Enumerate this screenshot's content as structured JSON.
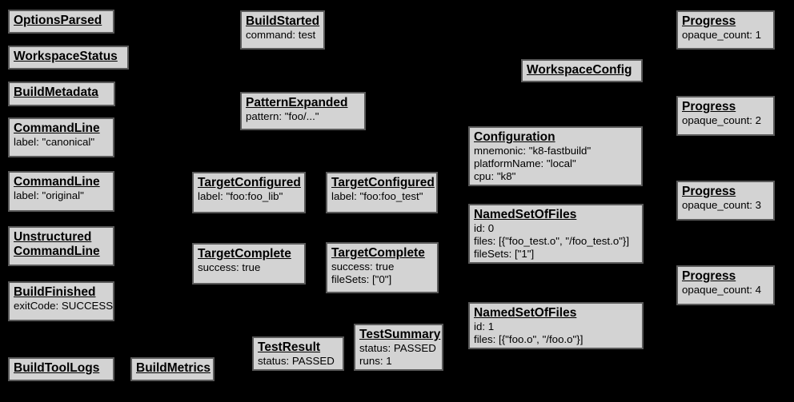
{
  "canvas": {
    "background_color": "#000000",
    "node_fill_color": "#d3d3d3",
    "node_border_color": "#5a5a5a",
    "node_text_color": "#000000"
  },
  "nodes": [
    {
      "id": "options-parsed",
      "title": "OptionsParsed",
      "lines": []
    },
    {
      "id": "workspace-status",
      "title": "WorkspaceStatus",
      "lines": []
    },
    {
      "id": "build-metadata",
      "title": "BuildMetadata",
      "lines": []
    },
    {
      "id": "command-line-canonical",
      "title": "CommandLine",
      "lines": [
        "label: \"canonical\""
      ]
    },
    {
      "id": "command-line-original",
      "title": "CommandLine",
      "lines": [
        "label: \"original\""
      ]
    },
    {
      "id": "unstructured-command-line",
      "title": "Unstructured\nCommandLine",
      "lines": []
    },
    {
      "id": "build-finished",
      "title": "BuildFinished",
      "lines": [
        "exitCode: SUCCESS"
      ]
    },
    {
      "id": "build-tool-logs",
      "title": "BuildToolLogs",
      "lines": []
    },
    {
      "id": "build-metrics",
      "title": "BuildMetrics",
      "lines": []
    },
    {
      "id": "build-started",
      "title": "BuildStarted",
      "lines": [
        "command: test"
      ]
    },
    {
      "id": "pattern-expanded",
      "title": "PatternExpanded",
      "lines": [
        "pattern: \"foo/...\""
      ]
    },
    {
      "id": "target-configured-foo-lib",
      "title": "TargetConfigured",
      "lines": [
        "label: \"foo:foo_lib\""
      ]
    },
    {
      "id": "target-complete-foo-lib",
      "title": "TargetComplete",
      "lines": [
        "success: true"
      ]
    },
    {
      "id": "test-result",
      "title": "TestResult",
      "lines": [
        "status: PASSED"
      ]
    },
    {
      "id": "target-configured-foo-test",
      "title": "TargetConfigured",
      "lines": [
        "label: \"foo:foo_test\""
      ]
    },
    {
      "id": "target-complete-foo-test",
      "title": "TargetComplete",
      "lines": [
        "success: true",
        "fileSets: [\"0\"]"
      ]
    },
    {
      "id": "test-summary",
      "title": "TestSummary",
      "lines": [
        "status: PASSED",
        "runs: 1"
      ]
    },
    {
      "id": "workspace-config",
      "title": "WorkspaceConfig",
      "lines": []
    },
    {
      "id": "configuration",
      "title": "Configuration",
      "lines": [
        "mnemonic: \"k8-fastbuild\"",
        "platformName: \"local\"",
        "cpu: \"k8\""
      ]
    },
    {
      "id": "named-set-of-files-0",
      "title": "NamedSetOfFiles",
      "lines": [
        "id: 0",
        "files: [{\"foo_test.o\", \"/foo_test.o\"}]",
        "fileSets: [\"1\"]"
      ]
    },
    {
      "id": "named-set-of-files-1",
      "title": "NamedSetOfFiles",
      "lines": [
        "id: 1",
        "files: [{\"foo.o\", \"/foo.o\"}]"
      ]
    },
    {
      "id": "progress-1",
      "title": "Progress",
      "lines": [
        "opaque_count: 1"
      ]
    },
    {
      "id": "progress-2",
      "title": "Progress",
      "lines": [
        "opaque_count: 2"
      ]
    },
    {
      "id": "progress-3",
      "title": "Progress",
      "lines": [
        "opaque_count: 3"
      ]
    },
    {
      "id": "progress-4",
      "title": "Progress",
      "lines": [
        "opaque_count: 4"
      ]
    }
  ]
}
